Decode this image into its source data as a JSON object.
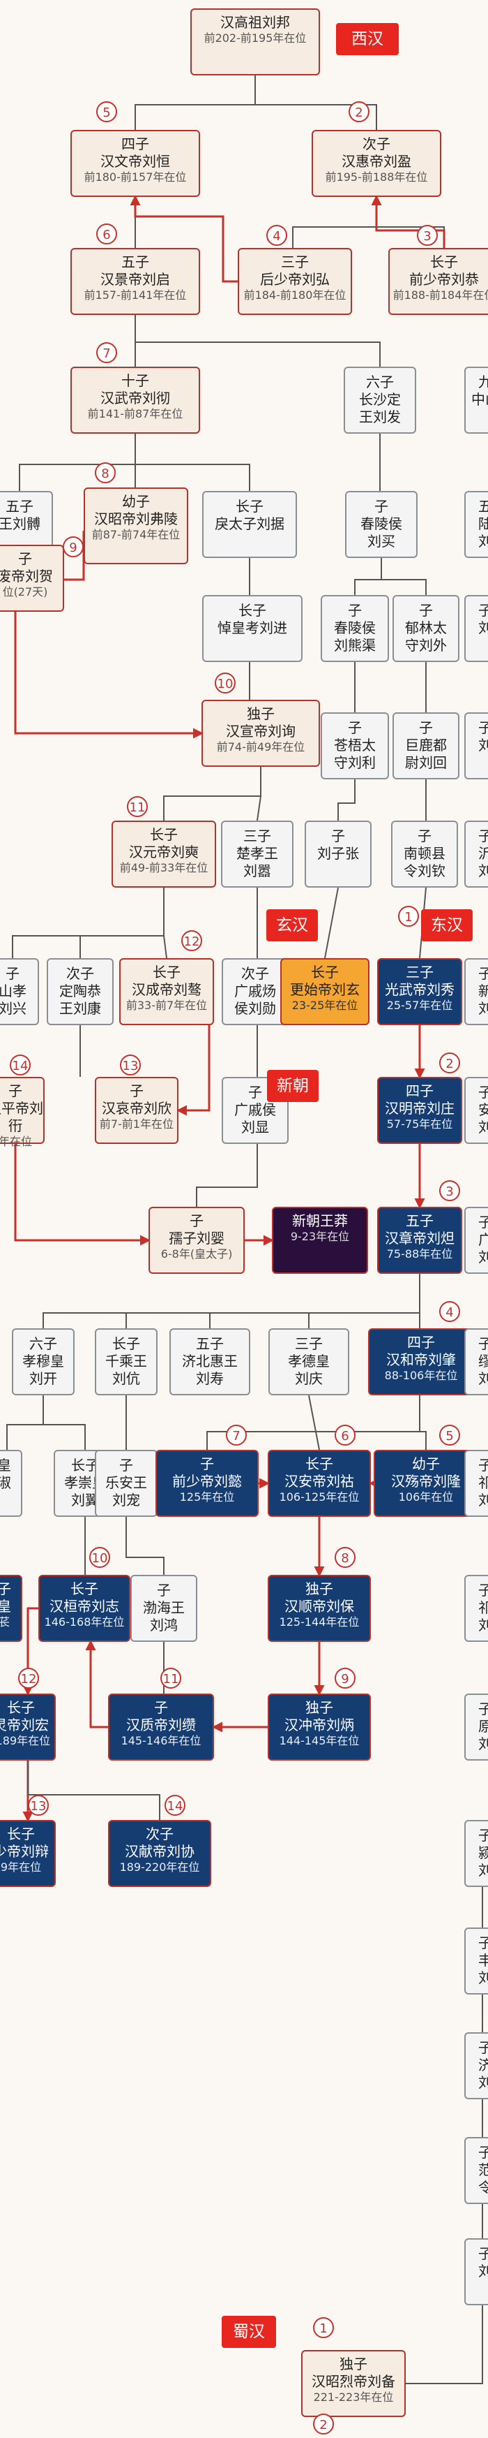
{
  "dynasty_tags": {
    "xihan": "西汉",
    "xuanhan": "玄汉",
    "donghan": "东汉",
    "xinchao": "新朝",
    "shuhan": "蜀汉"
  },
  "nodes": {
    "liubang": [
      "",
      "汉高祖刘邦",
      "前202-前195年在位"
    ],
    "liuheng": [
      "四子",
      "汉文帝刘恒",
      "前180-前157年在位"
    ],
    "liuying": [
      "次子",
      "汉惠帝刘盈",
      "前195-前188年在位"
    ],
    "liuqi": [
      "五子",
      "汉景帝刘启",
      "前157-前141年在位"
    ],
    "liuhong": [
      "三子",
      "后少帝刘弘",
      "前184-前180年在位"
    ],
    "liugong": [
      "长子",
      "前少帝刘恭",
      "前188-前184年在位"
    ],
    "liuche": [
      "十子",
      "汉武帝刘彻",
      "前141-前87年在位"
    ],
    "liufa": [
      "六子",
      "长沙定",
      "王刘发"
    ],
    "jiu_right": [
      "九",
      "中山",
      ""
    ],
    "liubo": [
      "五子",
      "王刘髆",
      ""
    ],
    "liufuling": [
      "幼子",
      "汉昭帝刘弗陵",
      "前87-前74年在位"
    ],
    "liuju": [
      "长子",
      "戾太子刘据",
      ""
    ],
    "wu_right": [
      "五",
      "陆",
      "刘"
    ],
    "liumai": [
      "子",
      "春陵侯",
      "刘买"
    ],
    "liuhe": [
      "子",
      "废帝刘贺",
      "位(27天)"
    ],
    "liujin": [
      "长子",
      "悼皇考刘进",
      ""
    ],
    "liuxiongqu": [
      "子",
      "春陵侯",
      "刘熊渠"
    ],
    "liuwai": [
      "子",
      "郁林太",
      "守刘外"
    ],
    "zi_r1": [
      "子",
      "",
      "刘"
    ],
    "liuxun": [
      "独子",
      "汉宣帝刘询",
      "前74-前49年在位"
    ],
    "liuli": [
      "子",
      "苍梧太",
      "守刘利"
    ],
    "liuhui": [
      "子",
      "巨鹿都",
      "尉刘回"
    ],
    "zi_r2": [
      "子",
      "",
      "刘"
    ],
    "liushi": [
      "长子",
      "汉元帝刘奭",
      "前49-前33年在位"
    ],
    "liuxiao": [
      "三子",
      "楚孝王",
      "刘嚣"
    ],
    "liuzhang": [
      "子",
      "刘子张",
      ""
    ],
    "liuqin": [
      "子",
      "南顿县",
      "令刘钦"
    ],
    "zi_r3": [
      "子",
      "沂",
      "刘"
    ],
    "liuxing": [
      "子",
      "山孝",
      "刘兴"
    ],
    "liukang": [
      "次子",
      "定陶恭",
      "王刘康"
    ],
    "liuao": [
      "长子",
      "汉成帝刘骜",
      "前33-前7年在位"
    ],
    "liuyang": [
      "次子",
      "广戚炀",
      "侯刘勋"
    ],
    "liuxuan": [
      "长子",
      "更始帝刘玄",
      "23-25年在位"
    ],
    "liuxiu": [
      "三子",
      "光武帝刘秀",
      "25-57年在位"
    ],
    "zi_r4": [
      "子",
      "新",
      "刘"
    ],
    "liukan": [
      "子",
      "汉平帝刘衎",
      "年在位"
    ],
    "liuxin": [
      "子",
      "汉哀帝刘欣",
      "前7-前1年在位"
    ],
    "liuxian": [
      "子",
      "广戚侯",
      "刘显"
    ],
    "liuzhuang": [
      "四子",
      "汉明帝刘庄",
      "57-75年在位"
    ],
    "zi_r5": [
      "子",
      "安",
      "刘"
    ],
    "liuying2": [
      "子",
      "孺子刘婴",
      "6-8年(皇太子)"
    ],
    "wangmang": [
      "",
      "新朝王莽",
      "9-23年在位"
    ],
    "liuda": [
      "五子",
      "汉章帝刘炟",
      "75-88年在位"
    ],
    "zi_r6": [
      "子",
      "广",
      "刘"
    ],
    "liukai": [
      "六子",
      "孝穆皇",
      "刘开"
    ],
    "liukang2": [
      "长子",
      "千乘王",
      "刘伉"
    ],
    "liushou": [
      "五子",
      "济北惠王",
      "刘寿"
    ],
    "liuqing": [
      "三子",
      "孝德皇",
      "刘庆"
    ],
    "liuzhao": [
      "四子",
      "汉和帝刘肇",
      "88-106年在位"
    ],
    "zi_r7": [
      "子",
      "缪",
      "刘"
    ],
    "liushu": [
      "",
      "皇",
      "淑"
    ],
    "liuyi": [
      "长子",
      "孝崇皇",
      "刘翼"
    ],
    "liuchong": [
      "子",
      "乐安王",
      "刘宠"
    ],
    "liuyi2": [
      "子",
      "前少帝刘懿",
      "125年在位"
    ],
    "liuhu": [
      "长子",
      "汉安帝刘祜",
      "106-125年在位"
    ],
    "liulong": [
      "幼子",
      "汉殇帝刘隆",
      "106年在位"
    ],
    "zi_r8": [
      "子",
      "祁",
      "刘"
    ],
    "liuchang": [
      "子",
      "皇",
      "苌"
    ],
    "liuzhi": [
      "长子",
      "汉桓帝刘志",
      "146-168年在位"
    ],
    "liuhong2": [
      "子",
      "渤海王",
      "刘鸿"
    ],
    "liubao": [
      "独子",
      "汉顺帝刘保",
      "125-144年在位"
    ],
    "zi_r9": [
      "子",
      "祁",
      "刘"
    ],
    "liuhong3": [
      "长子",
      "灵帝刘宏",
      "-189年在位"
    ],
    "liuzuan": [
      "子",
      "汉质帝刘缵",
      "145-146年在位"
    ],
    "liubing": [
      "独子",
      "汉冲帝刘炳",
      "144-145年在位"
    ],
    "zi_r10": [
      "子",
      "原",
      "刘"
    ],
    "liubian": [
      "长子",
      "少帝刘辩",
      "9年在位"
    ],
    "liuxie": [
      "次子",
      "汉献帝刘协",
      "189-220年在位"
    ],
    "zi_r11": [
      "子",
      "颍",
      "刘"
    ],
    "zi_r12": [
      "子",
      "丰",
      "刘"
    ],
    "zi_r13": [
      "子",
      "济",
      "刘"
    ],
    "zi_r14": [
      "子",
      "范",
      "令"
    ],
    "zi_r15": [
      "子",
      "",
      "刘"
    ],
    "liubei": [
      "独子",
      "汉昭烈帝刘备",
      "221-223年在位"
    ]
  },
  "numbers": [
    "5",
    "2",
    "6",
    "4",
    "3",
    "7",
    "8",
    "9",
    "10",
    "11",
    "12",
    "13",
    "14",
    "1",
    "2",
    "3",
    "4",
    "5",
    "6",
    "7",
    "8",
    "9",
    "10",
    "11",
    "12",
    "13",
    "14",
    "1",
    "2"
  ]
}
